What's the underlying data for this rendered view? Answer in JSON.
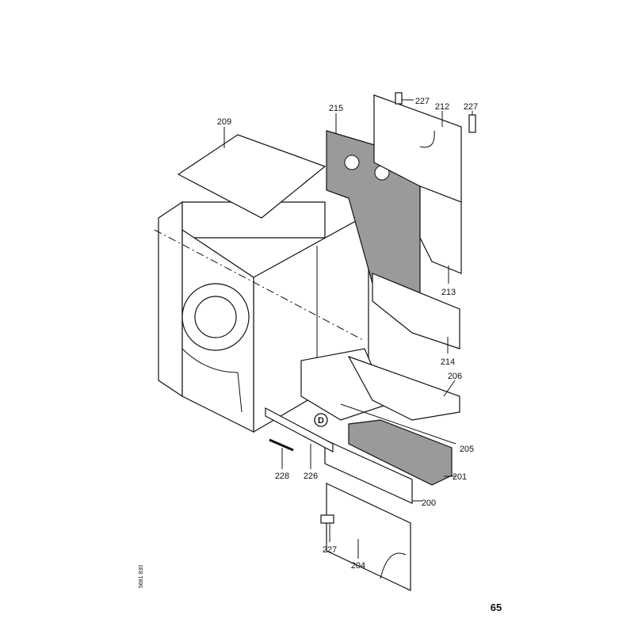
{
  "diagram": {
    "labels": {
      "l209": "209",
      "l215": "215",
      "l227a": "227",
      "l212": "212",
      "l227b": "227",
      "l213": "213",
      "l214": "214",
      "l206": "206",
      "l205": "205",
      "l201": "201",
      "l200": "200",
      "l204": "204",
      "l227c": "227",
      "l226": "226",
      "l228": "228"
    },
    "detail_marker": "D",
    "doc_code": "5681 830",
    "page_number": "65"
  }
}
